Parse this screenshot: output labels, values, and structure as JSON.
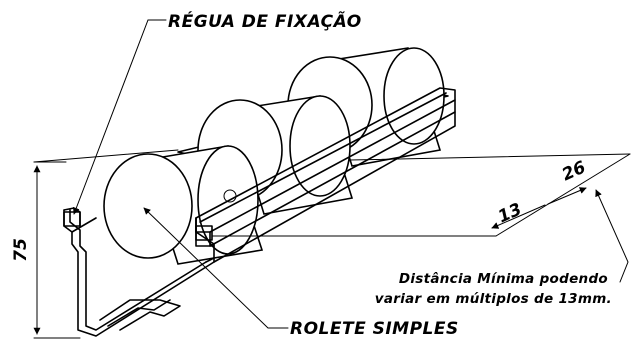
{
  "labels": {
    "regua": "RÉGUA DE FIXAÇÃO",
    "rolete": "ROLETE SIMPLES",
    "note_line1": "Distância Mínima podendo",
    "note_line2": "variar em múltiplos de 13mm."
  },
  "dimensions": {
    "height": "75",
    "spacing_13": "13",
    "spacing_26": "26"
  }
}
